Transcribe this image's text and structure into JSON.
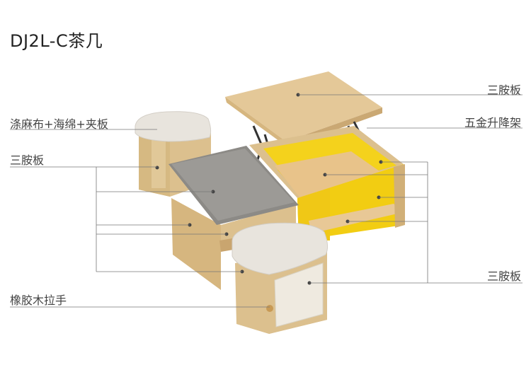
{
  "title": "DJ2L-C茶几",
  "labels": {
    "top_right": "三胺板",
    "lift": "五金升降架",
    "stool_material": "涤麻布+海绵+夹板",
    "left_panel": "三胺板",
    "right_panel": "三胺板",
    "handle": "橡胶木拉手"
  }
}
